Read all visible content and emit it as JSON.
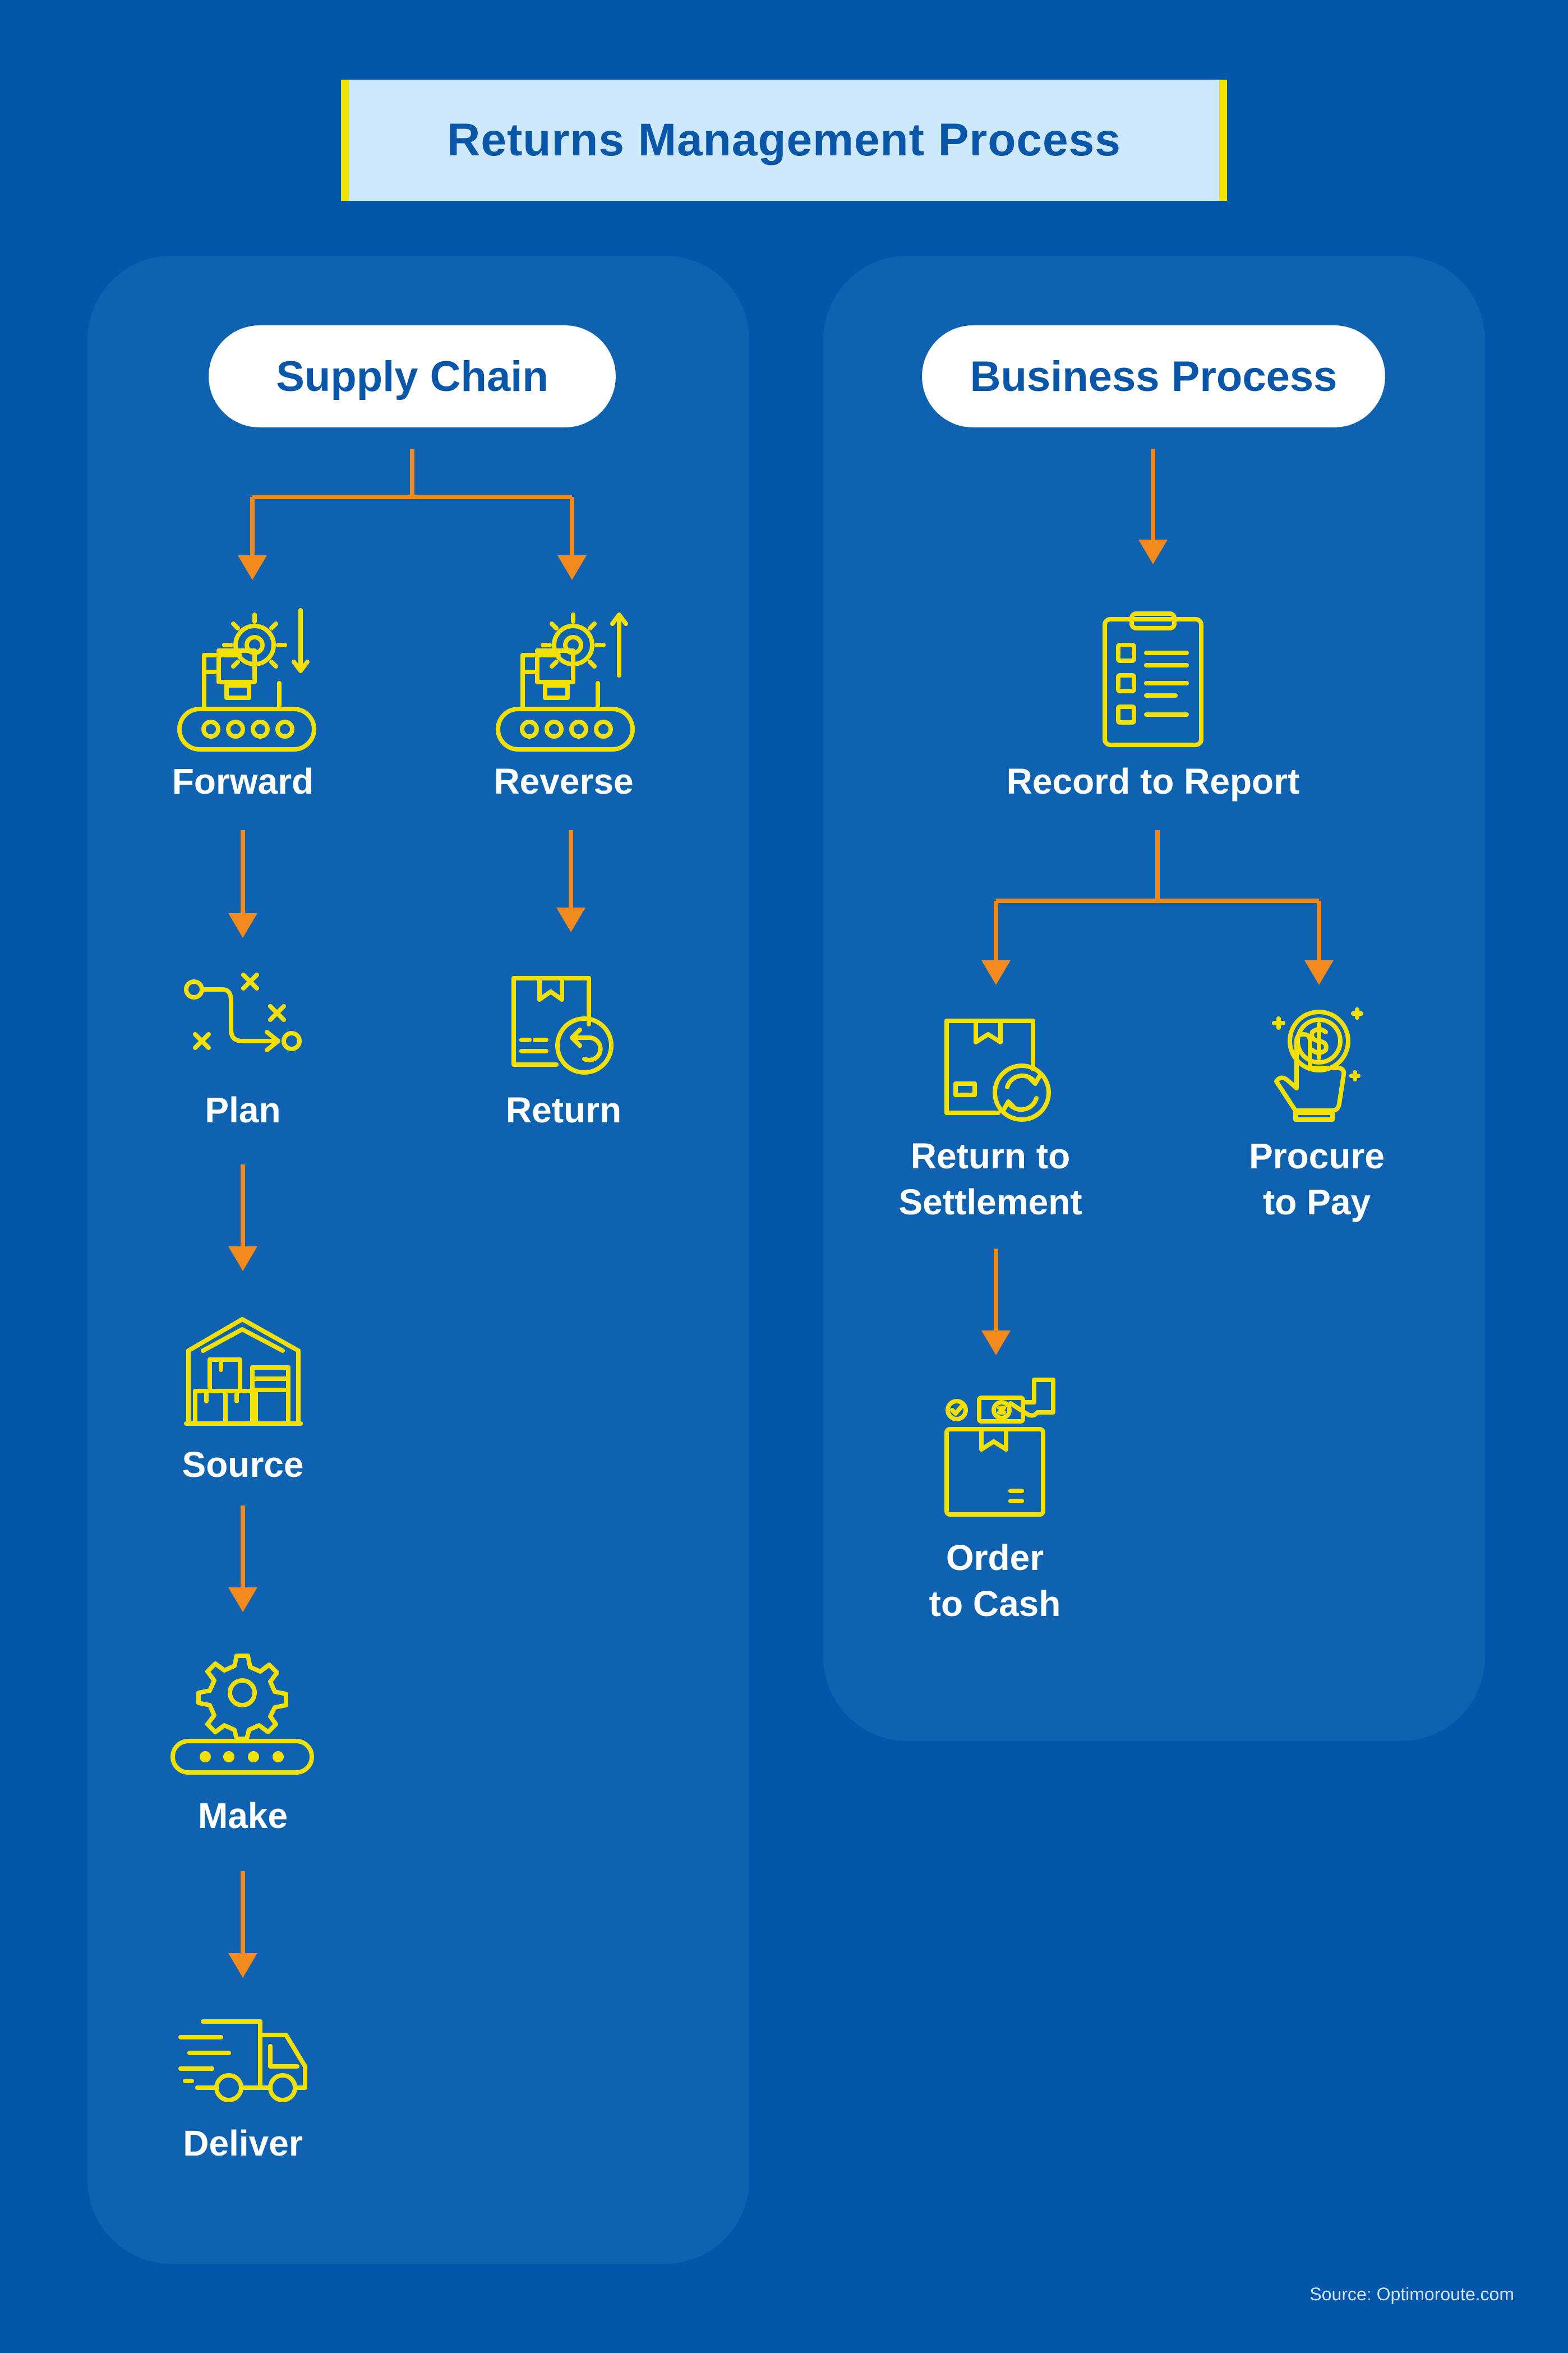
{
  "title": "Returns Management Process",
  "supply_chain": {
    "heading": "Supply Chain",
    "forward": {
      "label": "Forward",
      "icon": "conveyor-gear-down-icon"
    },
    "reverse": {
      "label": "Reverse",
      "icon": "conveyor-gear-up-icon"
    },
    "plan": {
      "label": "Plan",
      "icon": "route-plan-icon"
    },
    "return": {
      "label": "Return",
      "icon": "box-return-icon"
    },
    "source": {
      "label": "Source",
      "icon": "warehouse-icon"
    },
    "make": {
      "label": "Make",
      "icon": "gear-conveyor-icon"
    },
    "deliver": {
      "label": "Deliver",
      "icon": "delivery-truck-icon"
    }
  },
  "business_process": {
    "heading": "Business Process",
    "record": {
      "label": "Record to Report",
      "icon": "clipboard-checklist-icon"
    },
    "return_settlement": {
      "line1": "Return to",
      "line2": "Settlement",
      "icon": "box-refresh-icon"
    },
    "procure": {
      "line1": "Procure",
      "line2": "to Pay",
      "icon": "hand-coin-icon"
    },
    "order_cash": {
      "line1": "Order",
      "line2": "to Cash",
      "icon": "box-cash-icon"
    }
  },
  "source": "Source: Optimoroute.com",
  "colors": {
    "background": "#0257AA",
    "panel": "#0F62B0",
    "arrow": "#F28A1E",
    "icon": "#F2E000",
    "title_bg": "#CDE8FB",
    "title_text": "#0A56A8"
  }
}
